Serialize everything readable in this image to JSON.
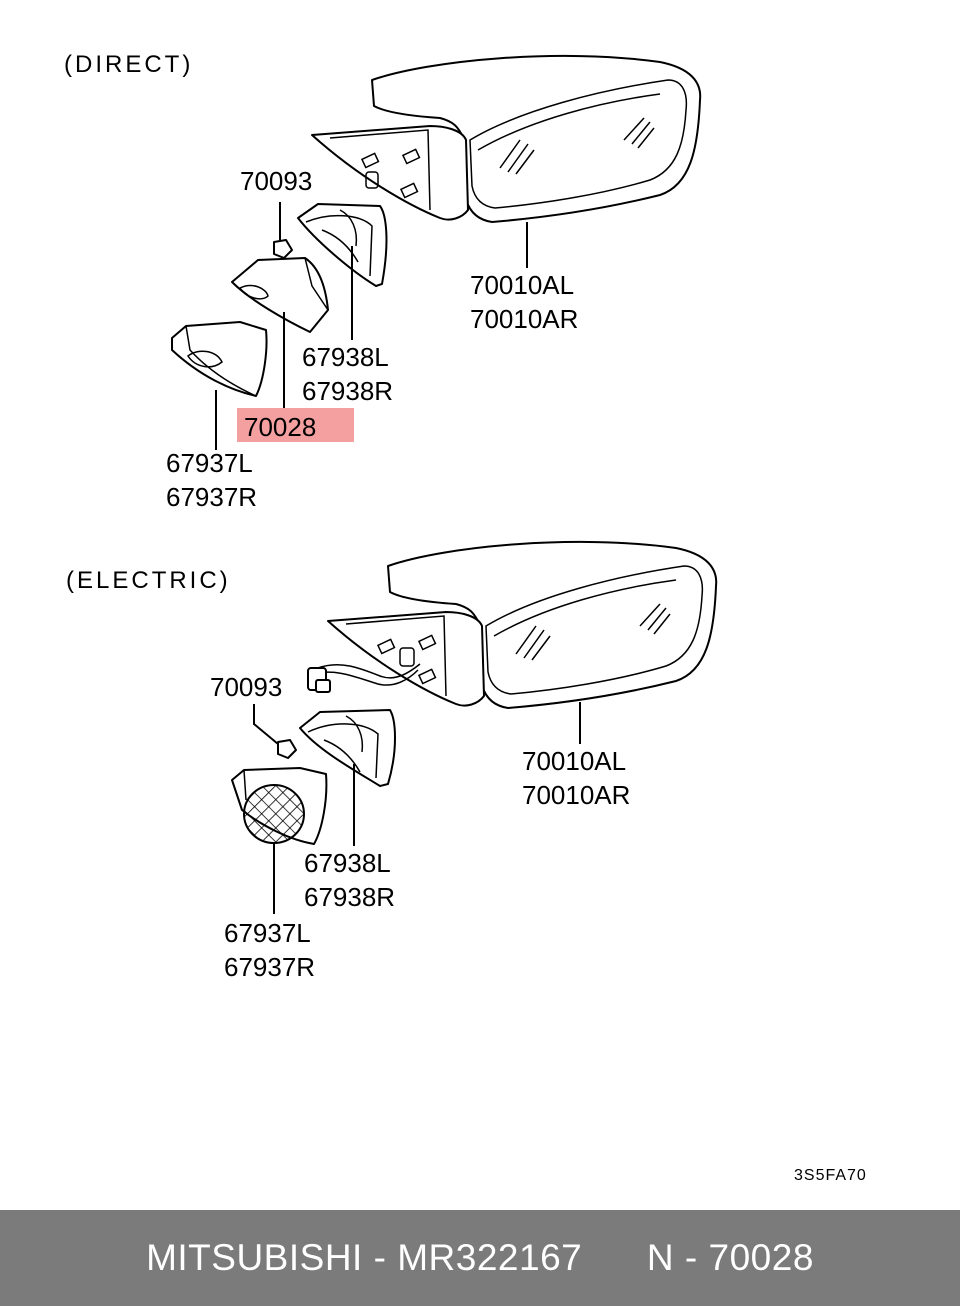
{
  "sections": {
    "direct": {
      "title": "(DIRECT)",
      "labels": {
        "fastener": "70093",
        "mirror_l": "70010AL",
        "mirror_r": "70010AR",
        "base_l": "67938L",
        "base_r": "67938R",
        "cover": "70028",
        "garnish_l": "67937L",
        "garnish_r": "67937R"
      }
    },
    "electric": {
      "title": "(ELECTRIC)",
      "labels": {
        "fastener": "70093",
        "mirror_l": "70010AL",
        "mirror_r": "70010AR",
        "base_l": "67938L",
        "base_r": "67938R",
        "garnish_l": "67937L",
        "garnish_r": "67937R"
      }
    }
  },
  "drawing_code": "3S5FA70",
  "highlight_color": "#f4a0a0",
  "footer": {
    "brand": "MITSUBISHI",
    "separator": " - ",
    "part_number": "MR322167",
    "ref_prefix": "N - ",
    "ref_number": "70028"
  }
}
